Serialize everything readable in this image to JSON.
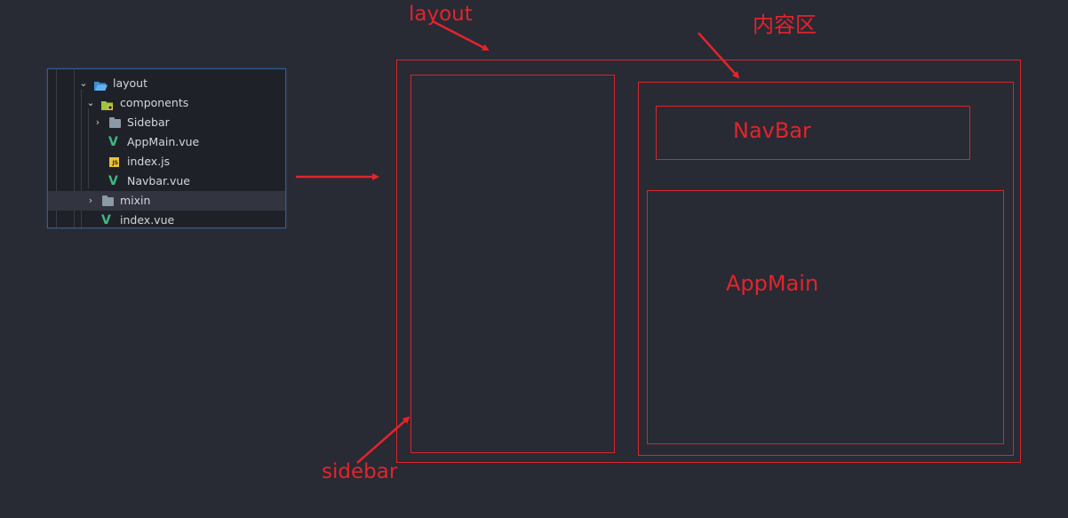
{
  "explorer": {
    "items": [
      {
        "label": "layout",
        "icon": "folder-open-blue-icon",
        "expanded": true
      },
      {
        "label": "components",
        "icon": "folder-components-icon",
        "expanded": true
      },
      {
        "label": "Sidebar",
        "icon": "folder-icon",
        "expanded": false
      },
      {
        "label": "AppMain.vue",
        "icon": "vue-file-icon"
      },
      {
        "label": "index.js",
        "icon": "js-file-icon"
      },
      {
        "label": "Navbar.vue",
        "icon": "vue-file-icon"
      },
      {
        "label": "mixin",
        "icon": "folder-icon",
        "expanded": false
      },
      {
        "label": "index.vue",
        "icon": "vue-file-icon"
      }
    ],
    "selected_item": "mixin"
  },
  "diagram": {
    "layout_label": "layout",
    "content_label": "内容区",
    "navbar_label": "NavBar",
    "appmain_label": "AppMain",
    "sidebar_label": "sidebar"
  },
  "colors": {
    "background": "#282a34",
    "annotation_red": "#e3242b",
    "explorer_bg": "#1f2129",
    "vue_green": "#41b883",
    "js_yellow": "#e8c13a",
    "folder_blue": "#3d8fd6"
  }
}
